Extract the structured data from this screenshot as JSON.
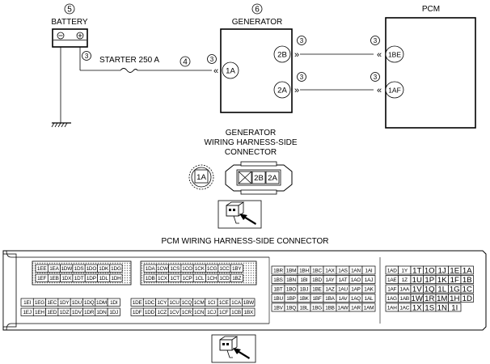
{
  "callouts": {
    "battery": "5",
    "generator": "6",
    "starter_wire": "4",
    "wire_size": "3"
  },
  "labels": {
    "battery": "BATTERY",
    "generator": "GENERATOR",
    "pcm": "PCM",
    "starter": "STARTER 250 A",
    "neg": "⊖",
    "pos": "⊕"
  },
  "pins": {
    "gen_b": "2B",
    "gen_a": "2A",
    "gen_1a": "1A",
    "pcm_be": "1BE",
    "pcm_af": "1AF"
  },
  "generator_connector_title": [
    "GENERATOR",
    "WIRING HARNESS-SIDE",
    "CONNECTOR"
  ],
  "generator_connector_pins": {
    "single": "1A",
    "left": "2B",
    "right": "2A"
  },
  "pcm_connector_title": "PCM WIRING HARNESS-SIDE CONNECTOR",
  "pcm_block1": [
    [
      "1EE",
      "1EA",
      "1DW",
      "1DS",
      "1DO",
      "1DK",
      "1DG"
    ],
    [
      "1EF",
      "1EB",
      "1DX",
      "1DT",
      "1DP",
      "1DL",
      "1DH"
    ],
    [
      "1EI",
      "1EG",
      "1EC",
      "1DY",
      "1DU",
      "1DQ",
      "1DM",
      "1DI"
    ],
    [
      "1EJ",
      "1EH",
      "1ED",
      "1DZ",
      "1DV",
      "1DR",
      "1DN",
      "1DJ"
    ]
  ],
  "pcm_block2": [
    [
      "1DA",
      "1CW",
      "1CS",
      "1CO",
      "1CK",
      "1CG",
      "1CC",
      "1BY"
    ],
    [
      "1DB",
      "1CX",
      "1CT",
      "1CP",
      "1CL",
      "1CH",
      "1CD",
      "1BZ"
    ],
    [
      "1DE",
      "1DC",
      "1CY",
      "1CU",
      "1CQ",
      "1CM",
      "1CI",
      "1CE",
      "1CA",
      "1BW"
    ],
    [
      "1DF",
      "1DD",
      "1CZ",
      "1CV",
      "1CR",
      "1CN",
      "1CJ",
      "1CF",
      "1CB",
      "1BX"
    ]
  ],
  "pcm_block3": [
    [
      "1BR",
      "1BM",
      "1BH",
      "1BC",
      "1AX",
      "1AS",
      "1AN",
      "1AI"
    ],
    [
      "1BS",
      "1BN",
      "1BI",
      "1BD",
      "1AY",
      "1AT",
      "1AO",
      "1AJ"
    ],
    [
      "1BT",
      "1BO",
      "1BJ",
      "1BE",
      "1AZ",
      "1AU",
      "1AP",
      "1AK"
    ],
    [
      "1BU",
      "1BP",
      "1BK",
      "1BF",
      "1BA",
      "1AV",
      "1AQ",
      "1AL"
    ],
    [
      "1BV",
      "1BQ",
      "1BL",
      "1BG",
      "1BB",
      "1AW",
      "1AR",
      "1AM"
    ]
  ],
  "pcm_block4": [
    [
      "1AD",
      "1Y",
      "1T",
      "1O",
      "1J",
      "1E",
      "1A"
    ],
    [
      "1AE",
      "1Z",
      "1U",
      "1P",
      "1K",
      "1F",
      "1B"
    ],
    [
      "1AF",
      "1AA",
      "1V",
      "1Q",
      "1L",
      "1G",
      "1C"
    ],
    [
      "1AG",
      "1AB",
      "1W",
      "1R",
      "1M",
      "1H",
      "1D"
    ],
    [
      "1AH",
      "1AC",
      "1X",
      "1S",
      "1N",
      "1I"
    ]
  ]
}
